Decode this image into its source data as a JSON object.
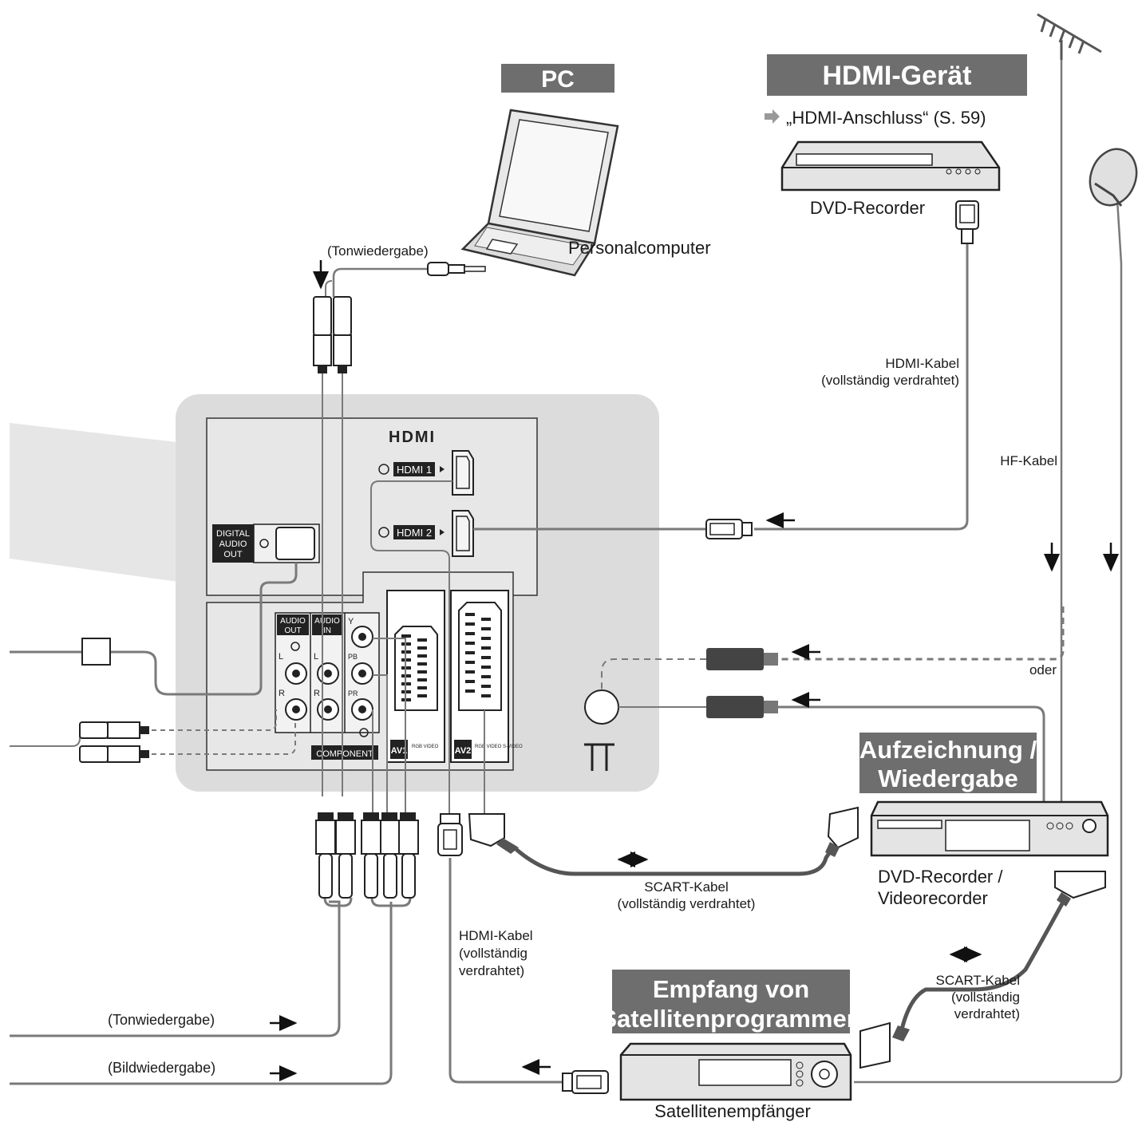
{
  "colors": {
    "panel_bg": "#dcdcdc",
    "header_bg": "#6e6e6e",
    "header_text": "#ffffff",
    "cable": "#7a7a7a",
    "dark": "#2a2a2a",
    "text": "#1a1a1a"
  },
  "headers": {
    "pc": "PC",
    "hdmi_device": "HDMI-Gerät",
    "recording_line1": "Aufzeichnung /",
    "recording_line2": "Wiedergabe",
    "satellite_line1": "Empfang von",
    "satellite_line2": "Satellitenprogrammen"
  },
  "labels": {
    "hdmi_reference": "„HDMI-Anschluss“ (S. 59)",
    "dvd_recorder_top": "DVD-Recorder",
    "personal_computer": "Personalcomputer",
    "tonwiedergabe_top": "(Tonwiedergabe)",
    "hdmi_cable_top_1": "HDMI-Kabel",
    "hdmi_cable_top_2": "(vollständig verdrahtet)",
    "rf_cable": "HF-Kabel",
    "oder": "oder",
    "dvd_vcr_1": "DVD-Recorder /",
    "dvd_vcr_2": "Videorecorder",
    "scart_cable_mid_1": "SCART-Kabel",
    "scart_cable_mid_2": "(vollständig verdrahtet)",
    "hdmi_cable_bottom_1": "HDMI-Kabel",
    "hdmi_cable_bottom_2": "(vollständig",
    "hdmi_cable_bottom_3": "verdrahtet)",
    "scart_cable_right_1": "SCART-Kabel",
    "scart_cable_right_2": "(vollständig",
    "scart_cable_right_3": "verdrahtet)",
    "tonwiedergabe_bottom": "(Tonwiedergabe)",
    "bildwiedergabe_bottom": "(Bildwiedergabe)",
    "satellite_receiver": "Satellitenempfänger"
  },
  "panel": {
    "hdmi_logo": "HDMI",
    "hdmi1": "HDMI 1",
    "hdmi2": "HDMI 2",
    "digital_audio_1": "DIGITAL",
    "digital_audio_2": "AUDIO",
    "digital_audio_3": "OUT",
    "audio_out_1": "AUDIO",
    "audio_out_2": "OUT",
    "audio_in_1": "AUDIO",
    "audio_in_2": "IN",
    "jack_l_out": "L",
    "jack_r_out": "R",
    "jack_l_in": "L",
    "jack_r_in": "R",
    "y": "Y",
    "pb": "PB",
    "pr": "PR",
    "component": "COMPONENT",
    "av1": "AV1",
    "av1_sub": "RGB VIDEO",
    "av2": "AV2",
    "av2_sub": "RGB VIDEO S-VIDEO"
  }
}
